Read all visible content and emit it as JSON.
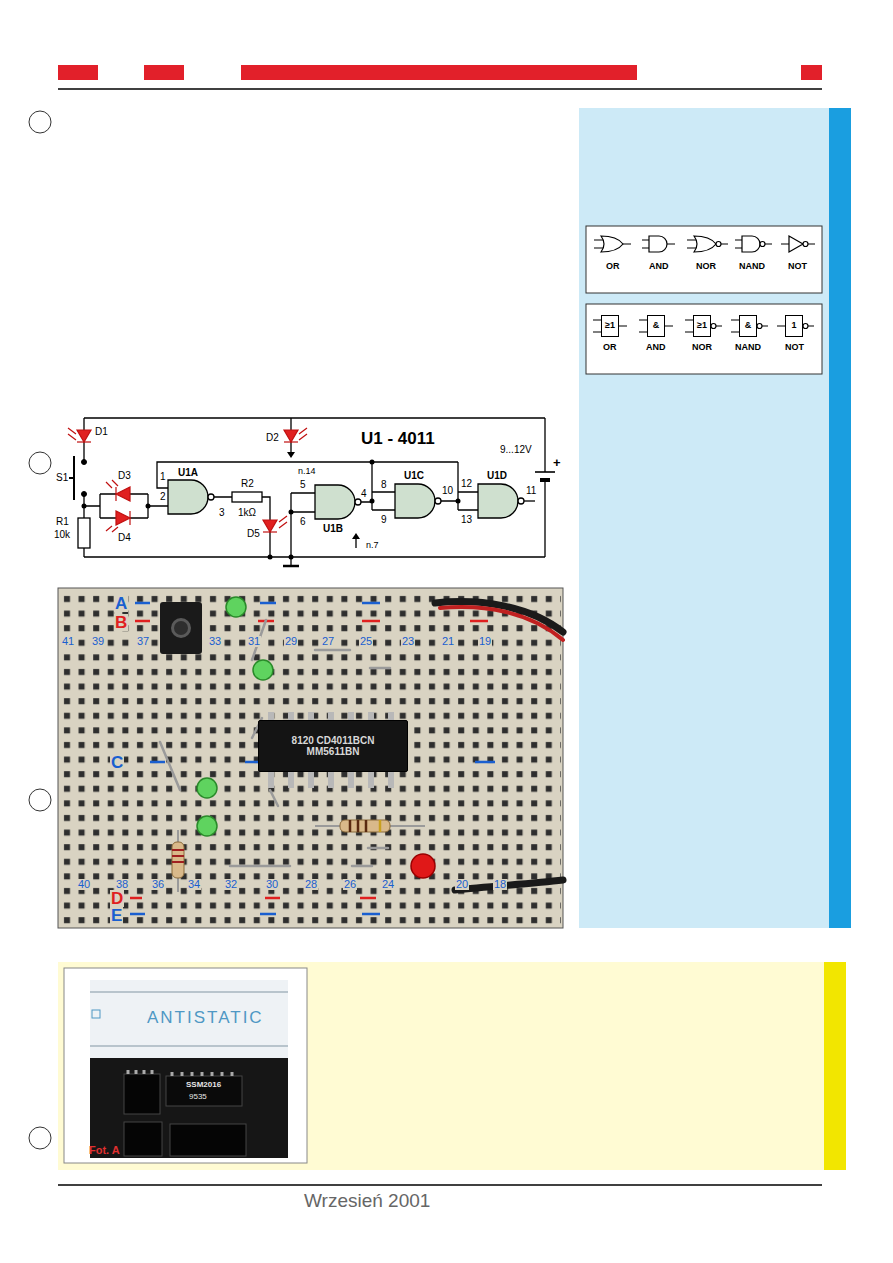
{
  "diagram": {
    "nodes": [
      {
        "text": [
          "≥1"
        ]
      },
      {
        "text": [
          "&"
        ]
      },
      {
        "text": [
          "≥1"
        ]
      },
      {
        "text": [
          "&"
        ]
      },
      {
        "text": [
          "1"
        ]
      },
      {
        "text": [
          "8120 CD4011BCN MM5611BN"
        ]
      }
    ],
    "labels": [
      "D1",
      "D2",
      "U1 - 4011",
      "9...12V",
      "+",
      "S1",
      "D3",
      "U1A",
      "1",
      "2",
      "3",
      "R2",
      "1kΩ",
      "n.14",
      "4",
      "5",
      "6",
      "U1B",
      "8",
      "9",
      "10",
      "U1C",
      "12",
      "13",
      "U1D",
      "11",
      "D4",
      "R1",
      "10k",
      "D5",
      "n.7",
      "OR",
      "AND",
      "NOR",
      "NAND",
      "NOT",
      "OR",
      "AND",
      "NOR",
      "NAND",
      "NOT",
      "A",
      "B",
      "41",
      "39",
      "37",
      "33",
      "31",
      "29",
      "27",
      "25",
      "23",
      "21",
      "19",
      "C",
      "40",
      "38",
      "36",
      "34",
      "32",
      "30",
      "28",
      "26",
      "24",
      "20",
      "18",
      "D",
      "E",
      "ANTISTATIC",
      "SSM2016",
      "9535",
      "Fot. A",
      "Wrzesień 2001"
    ]
  }
}
